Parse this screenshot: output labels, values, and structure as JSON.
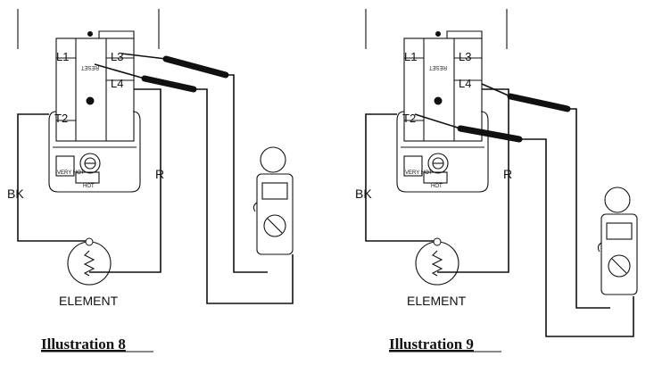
{
  "labels": {
    "l1": "L1",
    "l3": "L3",
    "l4": "L4",
    "t2": "T2",
    "bk": "BK",
    "r": "R",
    "reset": "RESET",
    "very_hot": "VERY HOT",
    "hot": "HOT",
    "element": "ELEMENT"
  },
  "captions": {
    "left": "Illustration 8",
    "right": "Illustration 9"
  },
  "icons": [
    "thermostat",
    "heating-element",
    "clamp-meter",
    "test-probe",
    "wire"
  ]
}
